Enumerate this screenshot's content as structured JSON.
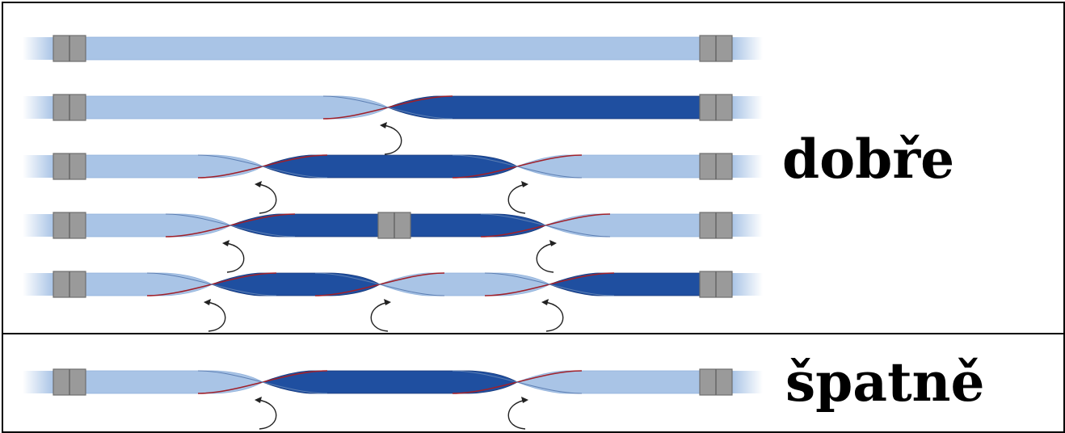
{
  "labels": {
    "good": "dobře",
    "bad": "špatně"
  },
  "colors": {
    "light_strip": "#a9c4e6",
    "dark_strip": "#1f4fa0",
    "connector": "#9a9a9a",
    "edge_red": "#a0202a",
    "arrow": "#222222",
    "frame": "#000000"
  },
  "strips": [
    {
      "group": "good",
      "twists": 0,
      "middle_connector": false
    },
    {
      "group": "good",
      "twists": 1,
      "middle_connector": false
    },
    {
      "group": "good",
      "twists": 2,
      "middle_connector": false
    },
    {
      "group": "good",
      "twists": 2,
      "middle_connector": true
    },
    {
      "group": "good",
      "twists": 3,
      "middle_connector": false
    },
    {
      "group": "bad",
      "twists": 2,
      "middle_connector": false
    }
  ]
}
